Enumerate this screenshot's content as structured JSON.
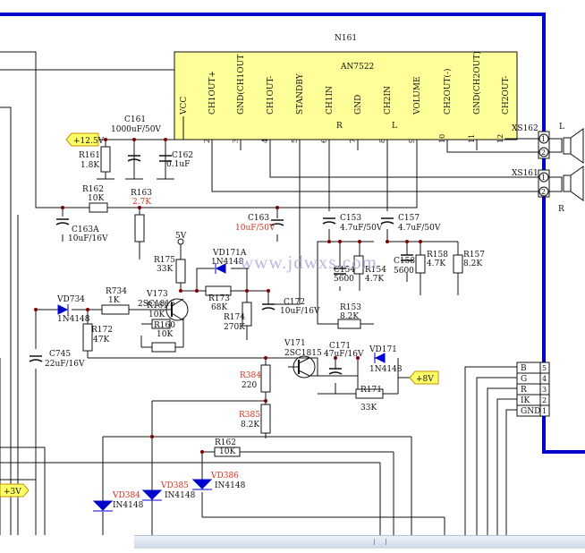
{
  "ic": {
    "ref": "N161",
    "part": "AN7522",
    "pins": [
      {
        "name": "VCC",
        "num": ""
      },
      {
        "name": "CH1OUT+",
        "num": "2"
      },
      {
        "name": "GND(CH1OUT",
        "num": "3"
      },
      {
        "name": "CH1OUT-",
        "num": "4"
      },
      {
        "name": "STANDBY",
        "num": "5"
      },
      {
        "name": "CH1IN",
        "num": "6"
      },
      {
        "name": "GND",
        "num": "7"
      },
      {
        "name": "CH2IN",
        "num": "8"
      },
      {
        "name": "VOLUME",
        "num": "9"
      },
      {
        "name": "CH2OUT(-)",
        "num": "10"
      },
      {
        "name": "GND(CH2OUT)",
        "num": "11"
      },
      {
        "name": "CH2OUT-",
        "num": "12"
      }
    ],
    "marks": {
      "r": "R",
      "l": "L"
    }
  },
  "labels": {
    "c161": "C161",
    "c161_v": "1000uF/50V",
    "v125": "+12.5V",
    "r161": "R161",
    "r161_v": "1.8K",
    "c162": "C162",
    "c162_v": "0.1uF",
    "r162a": "R162",
    "r162a_v": "10K",
    "r163": "R163",
    "r163_v": "2.7K",
    "c163a": "C163A",
    "c163a_v": "10uF/16V",
    "c163": "C163",
    "c163_v": "10uF/50V",
    "c153": "C153",
    "c153_v": "4.7uF/50V",
    "c157": "C157",
    "c157_v": "4.7uF/50V",
    "c154": "C154",
    "c154_v": "5600",
    "r154": "R154",
    "r154_v": "4.7K",
    "c158": "C158",
    "c158_v": "5600",
    "r158": "R158",
    "r158_v": "4.7K",
    "r157": "R157",
    "r157_v": "8.2K",
    "v5": "5V",
    "r175": "R175",
    "r175_v": "33K",
    "vd171a": "VD171A",
    "vd171a_v": "1N4148",
    "vd734": "VD734",
    "vd734_v": "1N4148",
    "r734": "R734",
    "r734_v": "1K",
    "v173": "V173",
    "v173_v": "2SC1815",
    "r161b": "R161",
    "r161b_v": "10K",
    "r160": "R160",
    "r160_v": "10K",
    "r173": "R173",
    "r173_v": "68K",
    "r174": "R174",
    "r174_v": "270K",
    "c172": "C172",
    "c172_v": "10uF/16V",
    "r153": "R153",
    "r153_v": "8.2K",
    "r172": "R172",
    "r172_v": "47K",
    "c745": "C745",
    "c745_v": "22uF/16V",
    "v171": "V171",
    "v171_v": "2SC1815",
    "c171": "C171",
    "c171_v": "47uF/16V",
    "vd171": "VD171",
    "vd171_v": "1N4148",
    "v8": "+8V",
    "r171": "R171",
    "r171_v": "33K",
    "r384": "R384",
    "r384_v": "220",
    "r385": "R385",
    "r385_v": "8.2K",
    "r162b": "R162",
    "r162b_v": "10K",
    "vd386": "VD386",
    "vd386_v": "IN4148",
    "vd385": "VD385",
    "vd385_v": "IN4148",
    "vd384": "VD384",
    "vd384_v": "IN4148",
    "v3": "+3V",
    "xs162": "XS162",
    "xs161": "XS161",
    "spk_l": "L",
    "spk_r": "R",
    "pin1": "1",
    "pin2": "2",
    "pin1b": "1",
    "pin2b": "2",
    "watermark": "www.jdwxs.com"
  },
  "connector": [
    {
      "name": "B",
      "num": "5"
    },
    {
      "name": "G",
      "num": "4"
    },
    {
      "name": "R",
      "num": "3"
    },
    {
      "name": "IK",
      "num": "2"
    },
    {
      "name": "GND",
      "num": "1"
    }
  ],
  "colors": {
    "ic_fill": "#ffff99",
    "flag_fill": "#ffff66",
    "flag_stroke": "#c09000",
    "border_blue": "#0000cc",
    "accent_red": "#d03020",
    "watermark": "#b9a7d8"
  }
}
